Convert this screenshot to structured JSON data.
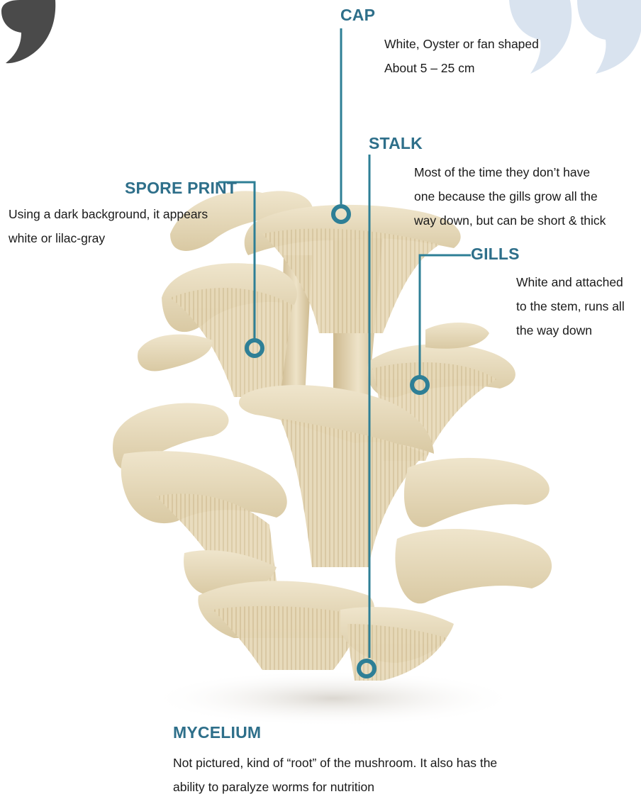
{
  "colors": {
    "accent": "#2e7f96",
    "label": "#2e6f8a",
    "quote_dark": "#4a4a4a",
    "quote_light": "#d9e3ef",
    "mushroom": "#e8dcc1"
  },
  "icons": {
    "top_left": "quote-mark-icon",
    "top_right": "quote-mark-icon"
  },
  "callouts": {
    "cap": {
      "label": "CAP",
      "lines": [
        "White, Oyster or fan shaped",
        "About 5 – 25 cm"
      ]
    },
    "stalk": {
      "label": "STALK",
      "lines": [
        "Most of the time they don’t have",
        "one because the gills grow all the",
        "way down, but can be short & thick"
      ]
    },
    "spore_print": {
      "label": "SPORE PRINT",
      "lines": [
        "Using a dark background, it appears",
        "white or lilac-gray"
      ]
    },
    "gills": {
      "label": "GILLS",
      "lines": [
        "White and attached",
        "to the stem, runs all",
        "the way down"
      ]
    },
    "mycelium": {
      "label": "MYCELIUM",
      "lines": [
        "Not pictured, kind of “root” of the mushroom. It also has the",
        "ability to paralyze worms for nutrition"
      ]
    }
  }
}
